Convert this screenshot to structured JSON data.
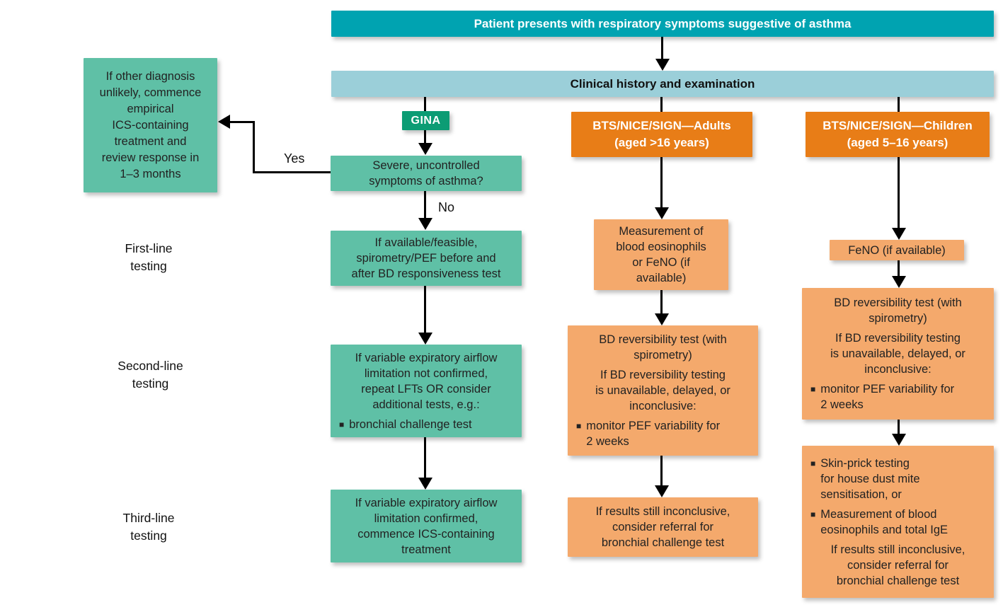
{
  "colors": {
    "teal_banner": "#00a3b1",
    "light_blue_banner": "#9bcfd9",
    "gina_green": "#0c9c74",
    "teal_box": "#5fc0a6",
    "orange_header": "#e87d17",
    "orange_box": "#f4a96c"
  },
  "bullet_glyph": "■",
  "top_banner": {
    "label": "Patient presents with respiratory symptoms suggestive of asthma"
  },
  "clinical_banner": {
    "label": "Clinical history and examination"
  },
  "outcome_box": {
    "text": "If other diagnosis\nunlikely, commence\nempirical\nICS-containing\ntreatment and\nreview response in\n1–3 months"
  },
  "edge_labels": {
    "yes": "Yes",
    "no": "No"
  },
  "row_labels": {
    "first": "First-line\ntesting",
    "second": "Second-line\ntesting",
    "third": "Third-line\ntesting"
  },
  "gina": {
    "header": "GINA",
    "question": "Severe, uncontrolled\nsymptoms of asthma?",
    "first_line": "If available/feasible,\nspirometry/PEF before and\nafter BD responsiveness test",
    "second_line": {
      "para": "If variable expiratory airflow\nlimitation not confirmed,\nrepeat LFTs OR consider\nadditional tests, e.g.:",
      "bullet": "bronchial challenge test"
    },
    "third_line": "If variable expiratory airflow\nlimitation confirmed,\ncommence ICS-containing\ntreatment"
  },
  "adults": {
    "header": "BTS/NICE/SIGN—Adults\n(aged >16 years)",
    "first_line": "Measurement of\nblood eosinophils\nor FeNO (if\navailable)",
    "second_line": {
      "para1": "BD reversibility test (with\nspirometry)",
      "para2": "If BD reversibility testing\nis unavailable, delayed, or\ninconclusive:",
      "bullet": "monitor PEF variability for\n2 weeks"
    },
    "third_line": "If results still inconclusive,\nconsider referral for\nbronchial challenge test"
  },
  "children": {
    "header": "BTS/NICE/SIGN—Children\n(aged 5–16 years)",
    "first_line": "FeNO (if available)",
    "second_line": {
      "para1": "BD reversibility test (with\nspirometry)",
      "para2": "If BD reversibility testing\nis unavailable, delayed, or\ninconclusive:",
      "bullet": "monitor PEF variability for\n2 weeks"
    },
    "third_line": {
      "bullet1": "Skin-prick testing\nfor house dust mite\nsensitisation, or",
      "bullet2": "Measurement of blood\neosinophils and total IgE",
      "para": "If results still inconclusive,\nconsider referral for\nbronchial challenge test"
    }
  }
}
